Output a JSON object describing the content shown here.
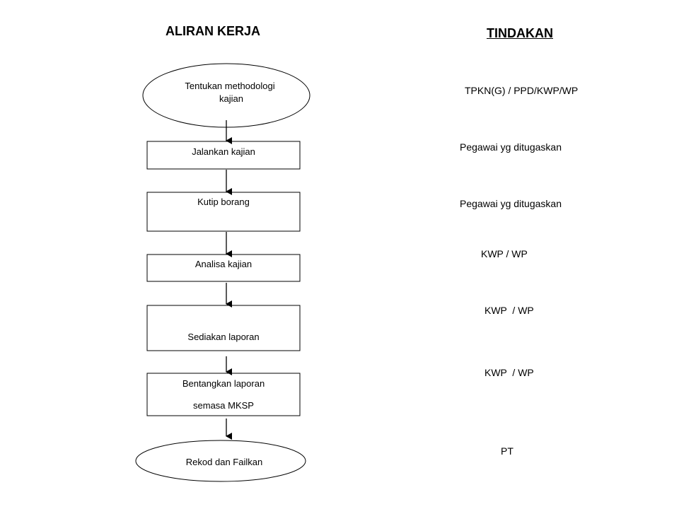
{
  "headings": {
    "workflow": "ALIRAN KERJA",
    "action": "TINDAKAN"
  },
  "steps": [
    {
      "lines": [
        "Tentukan methodologi",
        "kajian"
      ],
      "shape": "ellipse"
    },
    {
      "lines": [
        "Jalankan kajian"
      ],
      "shape": "box"
    },
    {
      "lines": [
        "Kutip borang"
      ],
      "shape": "box"
    },
    {
      "lines": [
        "Analisa kajian"
      ],
      "shape": "box"
    },
    {
      "lines": [
        "Sediakan laporan"
      ],
      "shape": "box"
    },
    {
      "lines": [
        "Bentangkan laporan",
        "semasa MKSP"
      ],
      "shape": "box"
    },
    {
      "lines": [
        "Rekod dan Failkan"
      ],
      "shape": "ellipse"
    }
  ],
  "actions": [
    "TPKN(G) / PPD/KWP/WP",
    "Pegawai yg ditugaskan",
    "Pegawai yg ditugaskan",
    "KWP / WP",
    "KWP  / WP",
    "KWP  / WP",
    "PT"
  ]
}
